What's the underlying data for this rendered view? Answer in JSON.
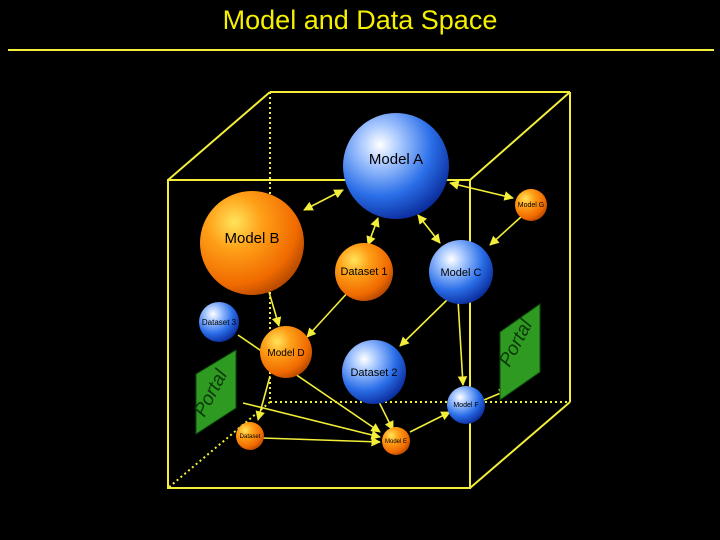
{
  "title": "Model and Data Space",
  "nodes": {
    "model_a": "Model A",
    "model_b": "Model B",
    "model_c": "Model C",
    "model_d": "Model D",
    "model_e": "Model E",
    "model_f": "Model F",
    "model_g": "Model G",
    "dataset_1": "Dataset 1",
    "dataset_2": "Dataset 2",
    "dataset_3": "Dataset 3",
    "dataset_4": "Dataset"
  },
  "portals": {
    "left": "Portal",
    "right": "Portal"
  },
  "colors": {
    "title": "#f5f000",
    "cube_edge": "#f2ee3a",
    "arrow": "#f2ee3a",
    "orange_sphere": "#ff7a00",
    "blue_sphere": "#1a5fe0",
    "portal_fill": "#2e9a22",
    "portal_text": "#0b3a08"
  }
}
